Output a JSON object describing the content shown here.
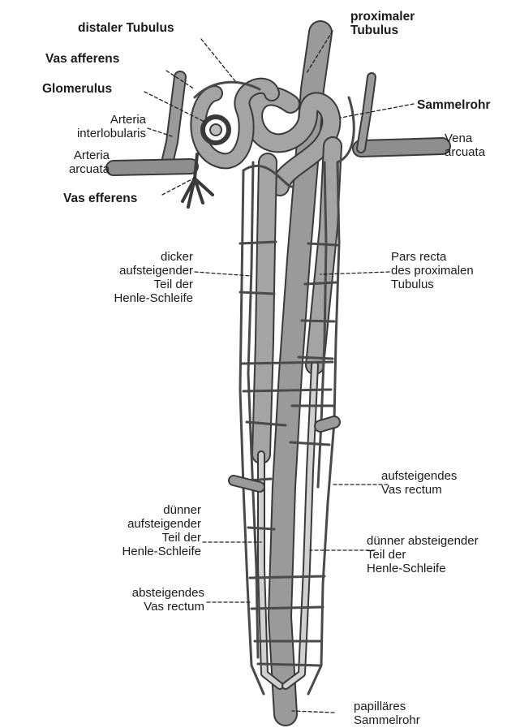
{
  "diagram": {
    "colors": {
      "vessel_fill": "#9a9a9a",
      "vessel_dark": "#6e6e6e",
      "outline": "#3a3a3a",
      "capillary": "#4a4a4a",
      "leader": "#222222",
      "background": "#ffffff"
    },
    "labels": {
      "distaler_tubulus": "distaler Tubulus",
      "proximaler_tubulus": [
        "proximaler",
        "Tubulus"
      ],
      "vas_afferens": "Vas afferens",
      "glomerulus": "Glomerulus",
      "sammelrohr": "Sammelrohr",
      "arteria_interlobularis": [
        "Arteria",
        "interlobularis"
      ],
      "vena_arcuata": [
        "Vena",
        "arcuata"
      ],
      "arteria_arcuata": [
        "Arteria",
        "arcuata"
      ],
      "vas_efferens": "Vas efferens",
      "dicker_aufsteigender": [
        "dicker",
        "aufsteigender",
        "Teil der",
        "Henle-Schleife"
      ],
      "pars_recta": [
        "Pars recta",
        "des proximalen",
        "Tubulus"
      ],
      "aufsteigendes_vas_rectum": [
        "aufsteigendes",
        "Vas rectum"
      ],
      "duenner_aufsteigender": [
        "dünner",
        "aufsteigender",
        "Teil der",
        "Henle-Schleife"
      ],
      "duenner_absteigender": [
        "dünner absteigender",
        "Teil der",
        "Henle-Schleife"
      ],
      "absteigendes_vas_rectum": [
        "absteigendes",
        "Vas rectum"
      ],
      "papillaeres_sammelrohr": [
        "papilläres",
        "Sammelrohr"
      ]
    }
  }
}
